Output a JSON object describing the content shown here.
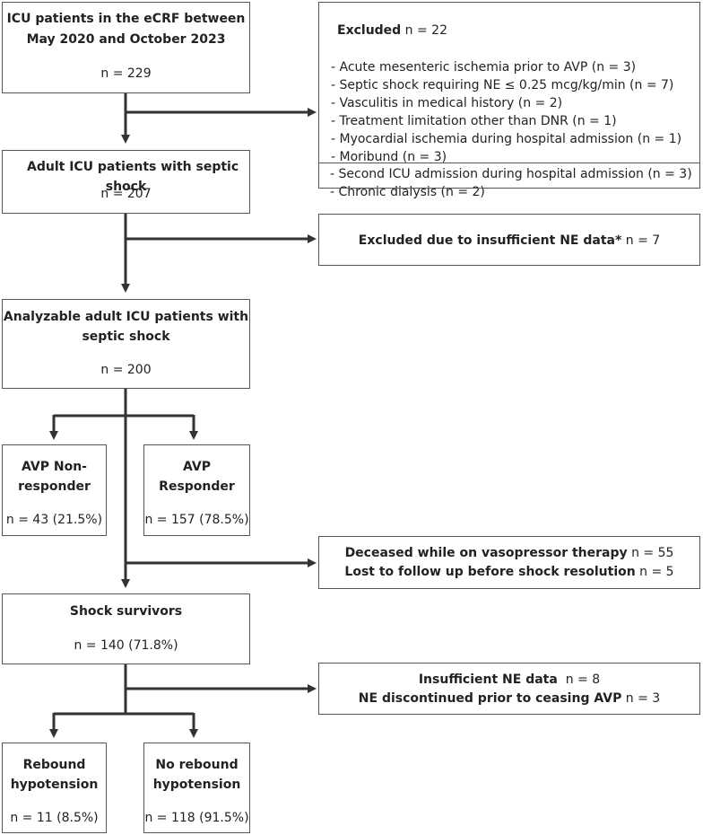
{
  "boxes": {
    "ecrf": {
      "title_line1": "ICU patients in the eCRF between",
      "title_line2": "May 2020 and October 2023",
      "count": "n = 229"
    },
    "excluded": {
      "title": "Excluded",
      "count": " n = 22",
      "items": [
        "- Acute mesenteric ischemia prior to AVP (n = 3)",
        "- Septic shock requiring NE ≤ 0.25 mcg/kg/min (n = 7)",
        "- Vasculitis in medical history (n = 2)",
        "- Treatment limitation other than DNR (n = 1)",
        "- Myocardial ischemia during hospital admission (n = 1)",
        "- Moribund (n = 3)",
        "- Second ICU admission during hospital admission (n = 3)",
        "- Chronic dialysis (n = 2)"
      ]
    },
    "adult_septic": {
      "title_line1": "Adult ICU patients with septic",
      "title_line2": "shock",
      "count": "n = 207"
    },
    "excluded_ne": {
      "title": "Excluded due to insufficient NE data*",
      "count": " n = 7"
    },
    "analyzable": {
      "title_line1": "Analyzable adult ICU patients with",
      "title_line2": "septic shock",
      "count": "n = 200"
    },
    "non_responder": {
      "title_line1": "AVP Non-",
      "title_line2": "responder",
      "count": "n = 43 (21.5%)"
    },
    "responder": {
      "title_line1": "AVP",
      "title_line2": "Responder",
      "count": "n = 157 (78.5%)"
    },
    "deceased": {
      "line1_label": "Deceased while on vasopressor therapy",
      "line1_count": " n = 55",
      "line2_label": "Lost to follow up before shock resolution",
      "line2_count": " n = 5"
    },
    "survivors": {
      "title": "Shock survivors",
      "count": "n = 140 (71.8%)"
    },
    "insufficient": {
      "line1_label": "Insufficient NE data",
      "line1_count": "  n = 8",
      "line2_label": "NE discontinued prior to ceasing AVP",
      "line2_count": " n = 3"
    },
    "rebound": {
      "title_line1": "Rebound",
      "title_line2": "hypotension",
      "count": "n = 11 (8.5%)"
    },
    "no_rebound": {
      "title_line1": "No rebound",
      "title_line2": "hypotension",
      "count": "n = 118 (91.5%)"
    }
  },
  "colors": {
    "border": "#555555",
    "arrow": "#333333",
    "text": "#222222"
  }
}
